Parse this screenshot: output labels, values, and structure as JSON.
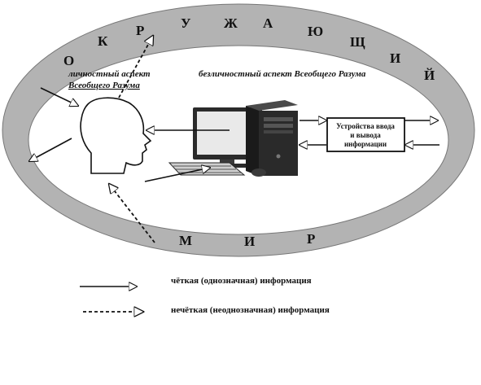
{
  "ring": {
    "top_letters": [
      "О",
      "К",
      "Р",
      "У",
      "Ж",
      "А",
      "Ю",
      "Щ",
      "И",
      "Й"
    ],
    "bottom_letters": [
      "М",
      "И",
      "Р"
    ]
  },
  "labels": {
    "personal_line1": "личностный аспект",
    "personal_line2": "Всеобщего Разума",
    "impersonal": "безличностный аспект Всеобщего Разума"
  },
  "io_box": {
    "line1": "Устройства ввода",
    "line2": "и вывода",
    "line3": "информации"
  },
  "legend": {
    "clear": "чёткая (однозначная) информация",
    "fuzzy": "нечёткая (неоднозначная) информация"
  },
  "colors": {
    "ring": "#b3b3b3",
    "ink": "#111111",
    "monitor": "#2b2b2b",
    "screen": "#e9e9e9"
  }
}
